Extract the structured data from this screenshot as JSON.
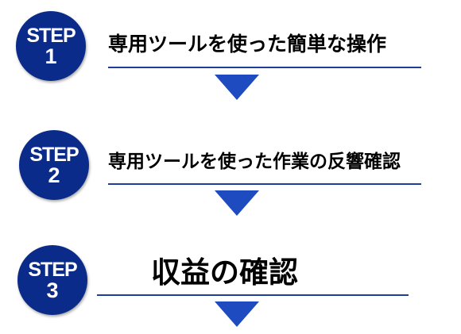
{
  "steps": [
    {
      "badge_word": "STEP",
      "badge_number": "1",
      "title": "専用ツールを使った簡単な操作"
    },
    {
      "badge_word": "STEP",
      "badge_number": "2",
      "title": "専用ツールを使った作業の反響確認"
    },
    {
      "badge_word": "STEP",
      "badge_number": "3",
      "title": "収益の確認"
    }
  ],
  "colors": {
    "badge": "#0a2b8a",
    "divider": "#1f3e99",
    "arrow": "#1f4bc0",
    "title_text": "#000000"
  },
  "icons": {
    "arrow": "down-triangle-arrow"
  }
}
